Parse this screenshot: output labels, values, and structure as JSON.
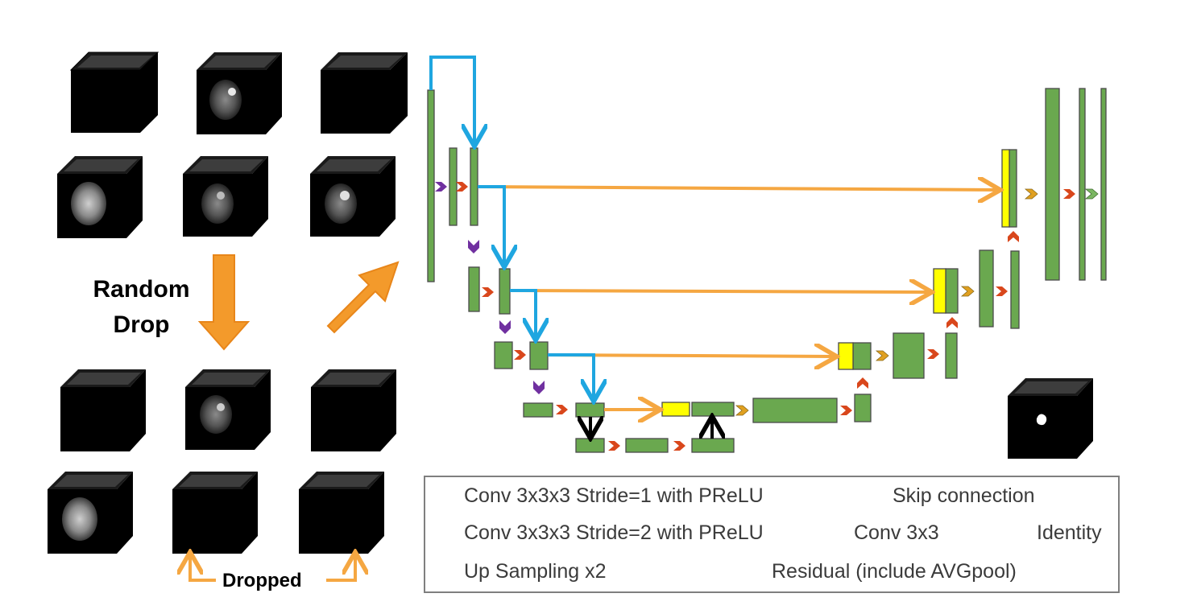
{
  "labels": {
    "random_drop_line1": "Random",
    "random_drop_line2": "Drop",
    "dropped": "Dropped"
  },
  "legend": {
    "conv_stride1": "Conv 3x3x3 Stride=1 with PReLU",
    "conv_stride2": "Conv 3x3x3 Stride=2 with PReLU",
    "upsampling": "Up Sampling x2",
    "skip": "Skip connection",
    "conv3x3": "Conv 3x3",
    "identity": "Identity",
    "residual": "Residual (include AVGpool)"
  },
  "colors": {
    "block_green": "#6aa84f",
    "concat_yellow": "#ffff00",
    "conv_stride1_red": "#d9471c",
    "conv_stride2_purple": "#7030a0",
    "upsample_gold": "#e0a020",
    "conv3x3_green": "#7ab661",
    "skip_orange": "#f5a742",
    "residual_blue": "#1fa6e0",
    "identity_black": "#000000",
    "cube_black": "#000000",
    "big_arrow_orange": "#f39a2b"
  }
}
